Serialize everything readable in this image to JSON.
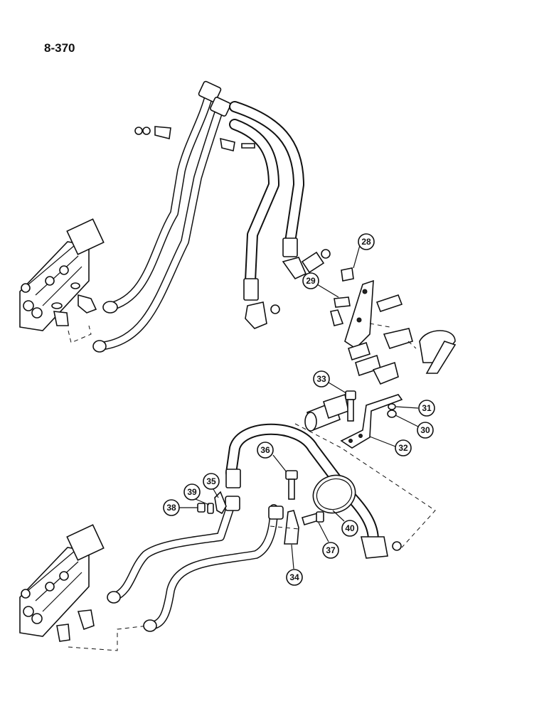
{
  "page": {
    "number": "8-370"
  },
  "callouts": [
    "28",
    "29",
    "30",
    "31",
    "32",
    "33",
    "34",
    "35",
    "36",
    "37",
    "38",
    "39",
    "40"
  ]
}
